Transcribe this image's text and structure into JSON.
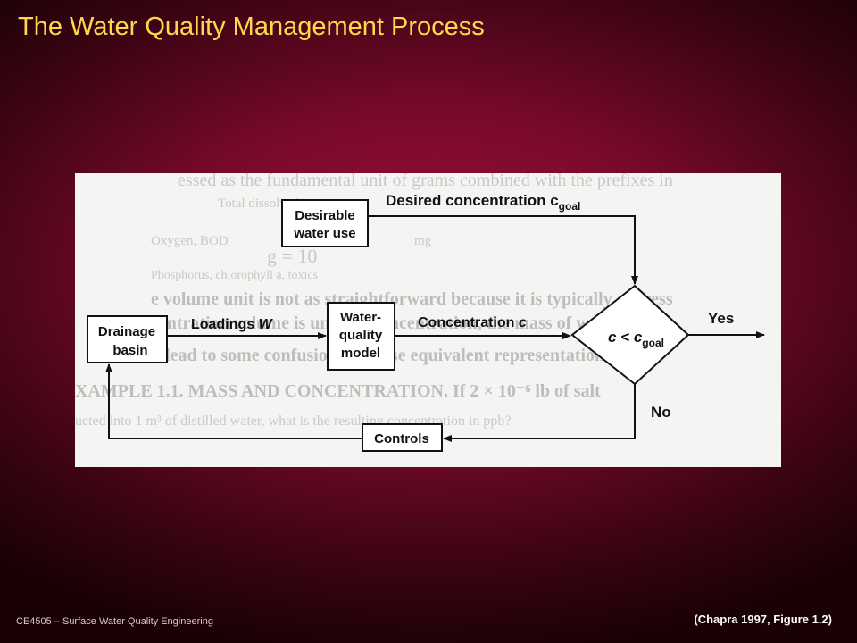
{
  "slide": {
    "title": "The Water Quality Management Process",
    "footer": "CE4505 – Surface Water Quality Engineering",
    "citation": "(Chapra 1997, Figure 1.2)"
  },
  "diagram": {
    "nodes": {
      "desirable_use": [
        "Desirable",
        "water use"
      ],
      "drainage_basin": [
        "Drainage",
        "basin"
      ],
      "wq_model": [
        "Water-",
        "quality",
        "model"
      ],
      "controls": "Controls",
      "decision": {
        "c": "c < c",
        "sub": "goal"
      }
    },
    "edge_labels": {
      "desired": {
        "text": "Desired concentration c",
        "sub": "goal"
      },
      "loadings": {
        "text": "Loadings ",
        "var": "W"
      },
      "concentration": {
        "text": "Concentration ",
        "var": "c"
      },
      "yes": "Yes",
      "no": "No"
    },
    "colors": {
      "title": "#ffd84a",
      "background_center": "#9c0f38",
      "figure_bg": "#f4f4f2"
    }
  }
}
